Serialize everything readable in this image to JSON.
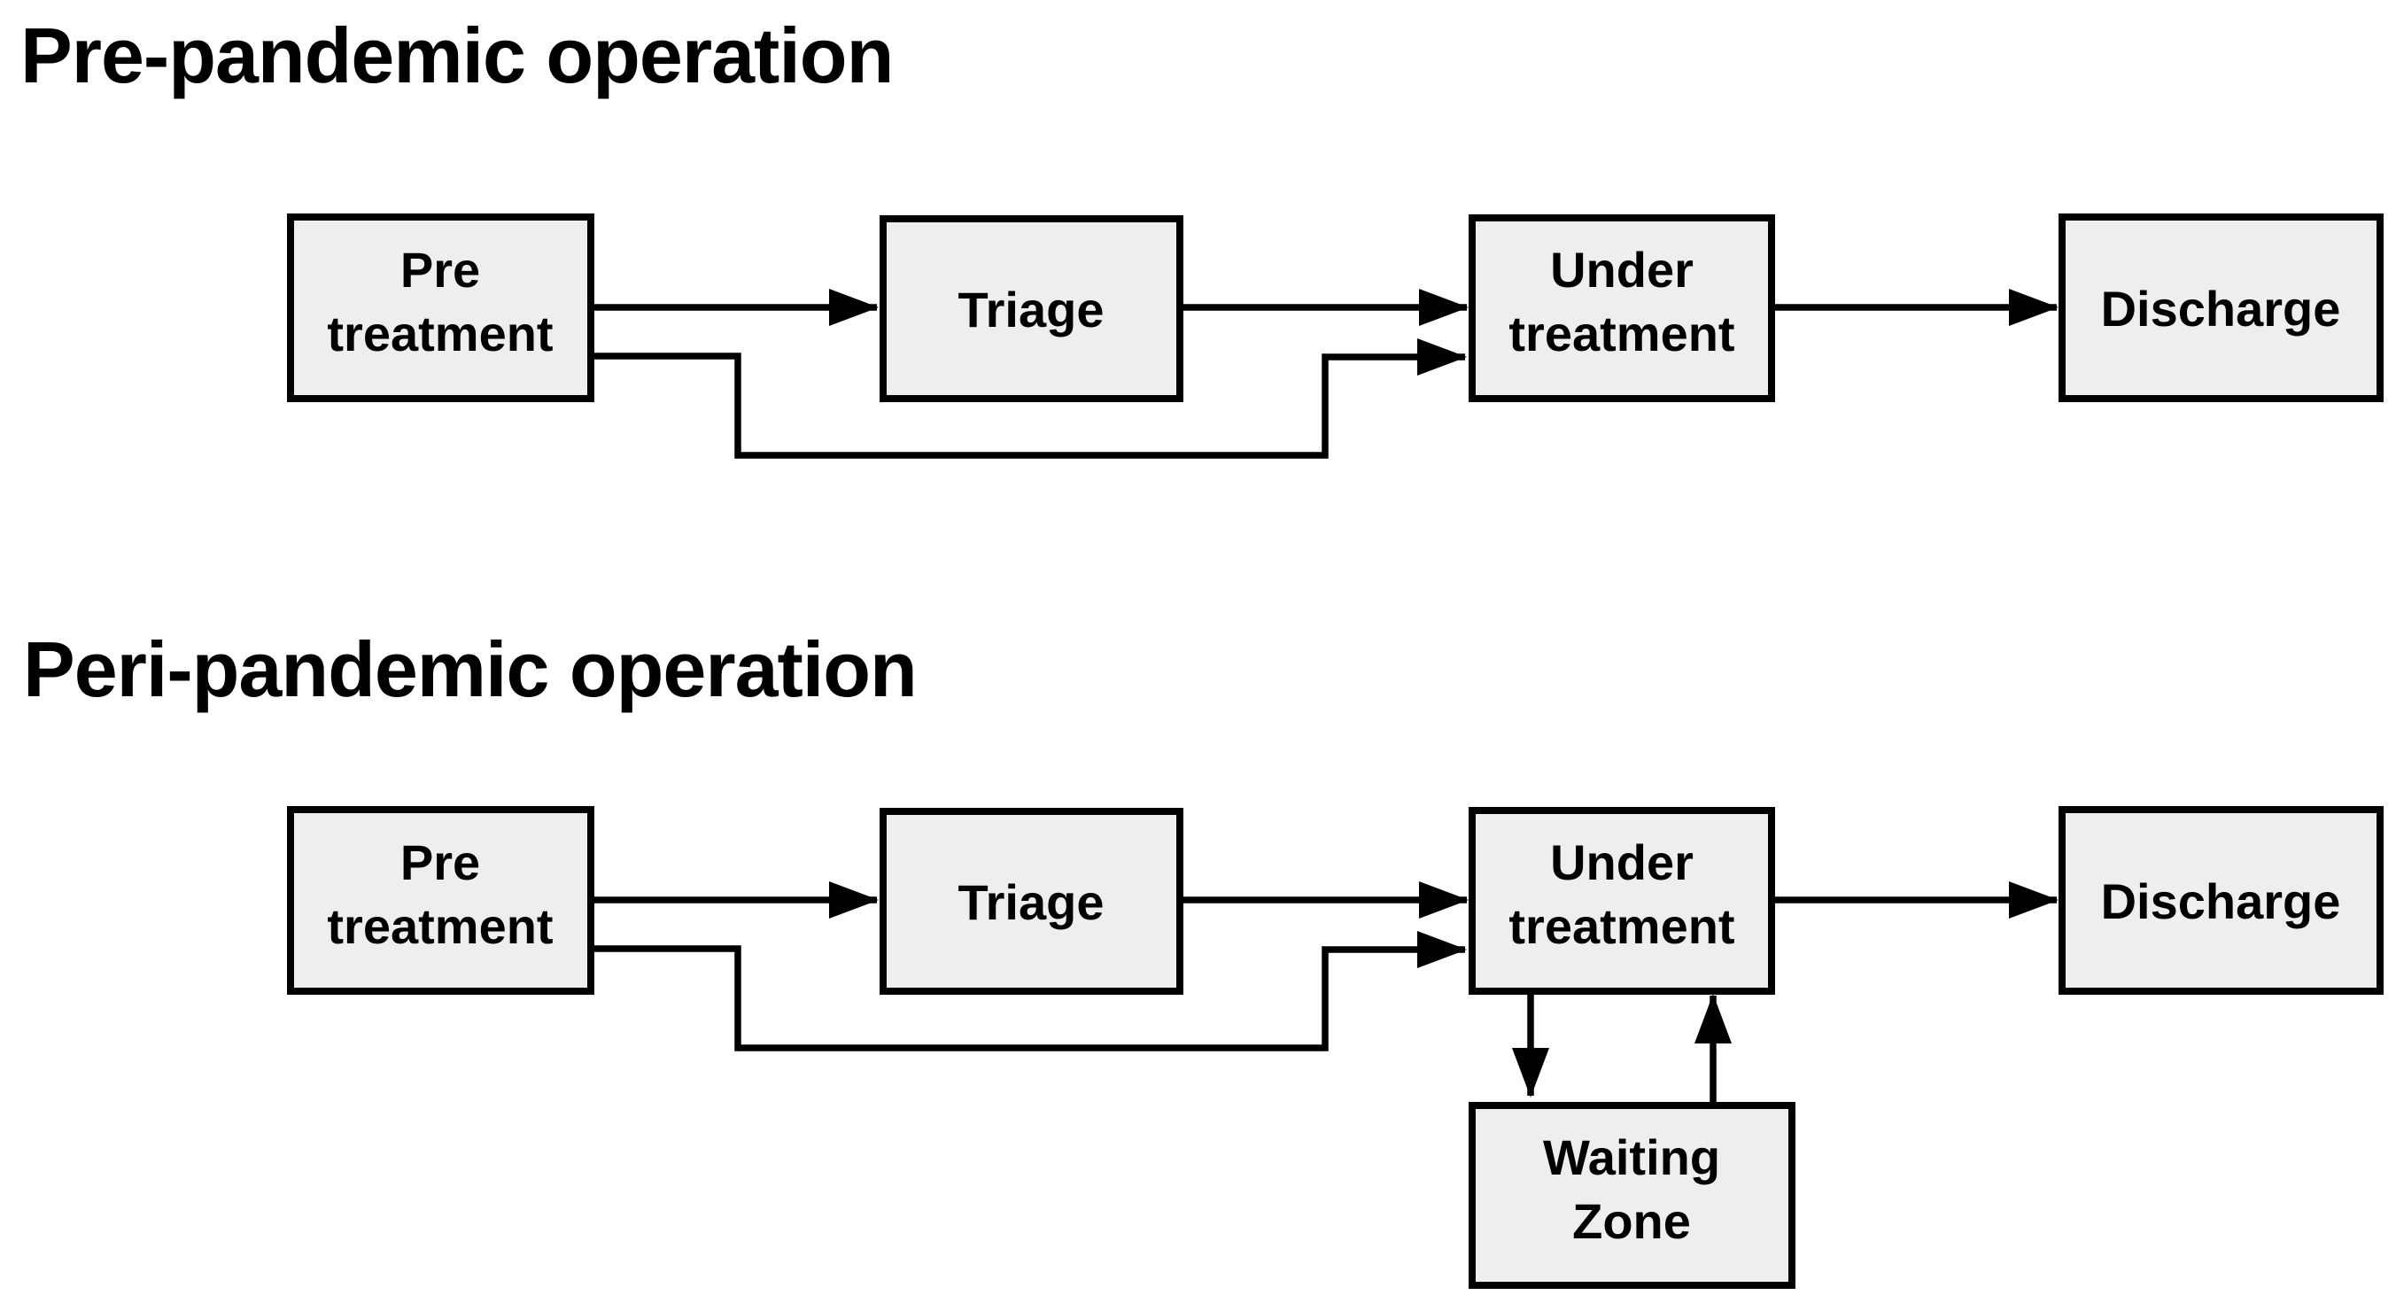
{
  "titles": {
    "section1": "Pre-pandemic operation",
    "section2": "Peri-pandemic operation"
  },
  "nodes": {
    "pre_treatment": {
      "line1": "Pre",
      "line2": "treatment"
    },
    "triage": {
      "label": "Triage"
    },
    "under_treatment": {
      "line1": "Under",
      "line2": "treatment"
    },
    "discharge": {
      "label": "Discharge"
    },
    "waiting_zone": {
      "line1": "Waiting",
      "line2": "Zone"
    }
  },
  "edges": {
    "pre_to_triage": "flow",
    "triage_to_under": "flow",
    "pre_bypass_to_under": "bypass flow under triage",
    "under_to_discharge": "flow",
    "under_to_waiting": "down flow",
    "waiting_to_under": "up flow"
  },
  "colors": {
    "background": "#ffffff",
    "box_fill": "#eeeeee",
    "box_border": "#000000",
    "arrow": "#000000",
    "text": "#000000"
  }
}
